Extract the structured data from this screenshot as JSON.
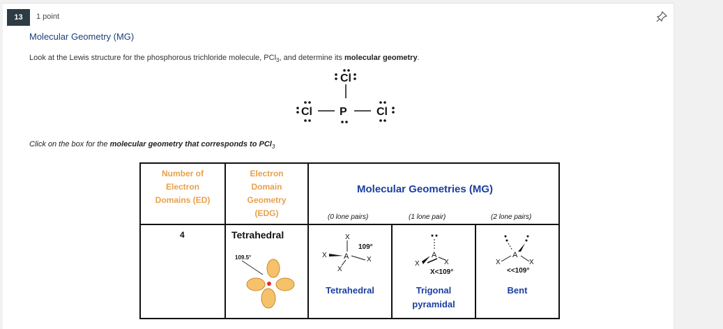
{
  "question": {
    "number": "13",
    "points": "1 point",
    "title": "Molecular Geometry (MG)",
    "prompt_text": "Look at the Lewis structure for the phosphorous trichloride molecule, PCl",
    "prompt_sub": "3",
    "prompt_mid": ", and determine its ",
    "prompt_bold": "molecular geometry",
    "prompt_end": "."
  },
  "lewis": {
    "central": "P",
    "ligand": "Cl"
  },
  "instruction": {
    "pre": "Click on the box for the ",
    "bold": "molecular geometry that corresponds to PCl",
    "sub": "3"
  },
  "table": {
    "col1_header": [
      "Number of",
      "Electron",
      "Domains (ED)"
    ],
    "col2_header": [
      "Electron",
      "Domain",
      "Geometry",
      "(EDG)"
    ],
    "mg_header": "Molecular Geometries (MG)",
    "lone_pairs": [
      "(0 lone pairs)",
      "(1 lone pair)",
      "(2 lone pairs)"
    ],
    "ed_value": "4",
    "edg_value": "Tetrahedral",
    "edg_angle": "109.5°",
    "geometries": [
      {
        "name": "Tetrahedral",
        "angle": "109°"
      },
      {
        "name_line1": "Trigonal",
        "name_line2": "pyramidal",
        "angle": "X<109°"
      },
      {
        "name": "Bent",
        "angle": "<<109°"
      }
    ]
  },
  "colors": {
    "orange": "#e8a04a",
    "blue": "#1b3fa0",
    "title_blue": "#1d3e7a"
  }
}
